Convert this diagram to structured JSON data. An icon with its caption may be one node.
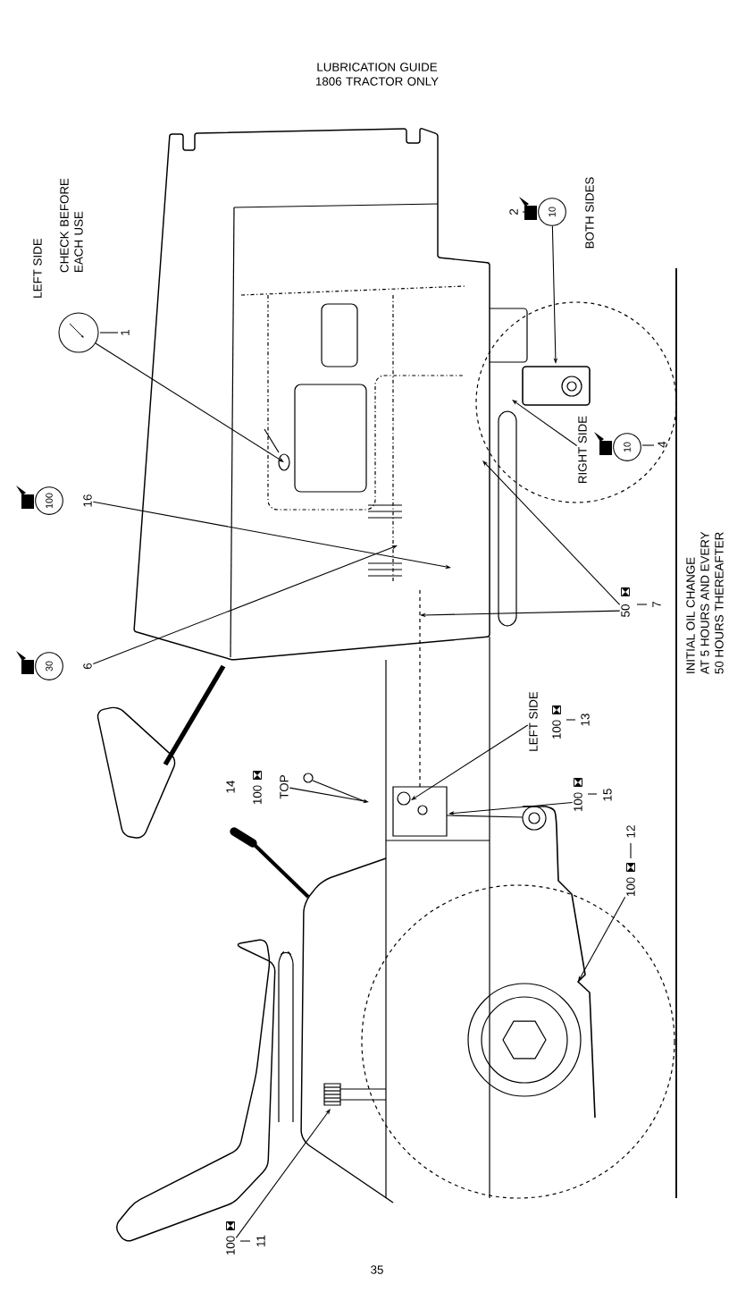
{
  "diagram": {
    "title": "LUBRICATION GUIDE 1806 TRACTOR ONLY",
    "nodes": [
      {
        "text": [],
        "shape": "circle"
      },
      {
        "text": [
          "100",
          "16"
        ]
      },
      {
        "text": [
          "30",
          "6"
        ]
      },
      {
        "text": [
          "50",
          "7"
        ]
      },
      {
        "text": [
          "10",
          "2"
        ],
        "beside": [
          "BOTH SIDES"
        ]
      },
      {
        "text": [
          "RIGHT SIDE"
        ]
      },
      {
        "text": [
          "LEFT SIDE",
          "100",
          "13"
        ]
      },
      {
        "text": [
          "14",
          "100",
          "TOP"
        ]
      },
      {
        "text": [
          "100",
          "15"
        ]
      },
      {
        "text": [
          "100",
          "12"
        ]
      },
      {
        "text": [
          "100",
          "11"
        ]
      }
    ],
    "edges": [
      {
        "from": 0,
        "to": null,
        "arrow": "to"
      },
      {
        "from": 1,
        "to": null,
        "arrow": "to"
      },
      {
        "from": 2,
        "to": null,
        "arrow": "to"
      },
      {
        "from": 3,
        "to": null,
        "arrow": "to"
      },
      {
        "from": 3,
        "to": null,
        "arrow": "to"
      },
      {
        "from": 4,
        "to": null,
        "arrow": "to"
      },
      {
        "from": 5,
        "to": null,
        "arrow": "to"
      },
      {
        "from": 6,
        "to": null,
        "arrow": "to"
      },
      {
        "from": 7,
        "to": null,
        "arrow": "to"
      },
      {
        "from": 8,
        "to": null,
        "arrow": "to"
      },
      {
        "from": 9,
        "to": null,
        "arrow": "to"
      },
      {
        "from": 10,
        "to": null,
        "arrow": "to"
      }
    ],
    "labels": [
      "LEFT SIDE",
      "CHECK BEFORE EACH USE",
      "1",
      "10",
      "4",
      "INITIAL OIL CHANGE AT 5 HOURS AND EVERY 50 HOURS THEREAFTER",
      "35"
    ]
  }
}
